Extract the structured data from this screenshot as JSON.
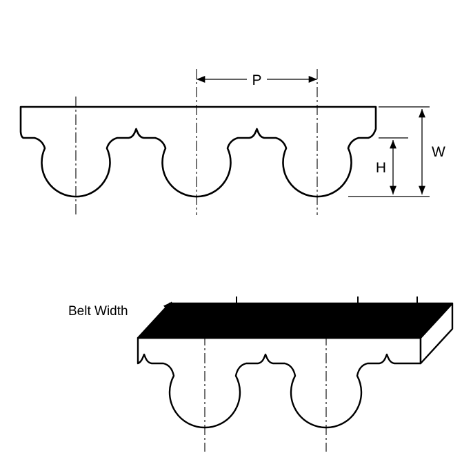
{
  "diagram": {
    "type": "technical-drawing",
    "labels": {
      "pitch": "P",
      "belt_thickness": "W",
      "tooth_height": "H",
      "belt_width": "Belt Width"
    },
    "colors": {
      "line": "#000000",
      "background": "#ffffff",
      "top_face_fill": "#000000"
    },
    "views": {
      "profile_view": {
        "teeth_visible": 3
      },
      "isometric_view": {
        "teeth_visible": 2
      }
    }
  }
}
